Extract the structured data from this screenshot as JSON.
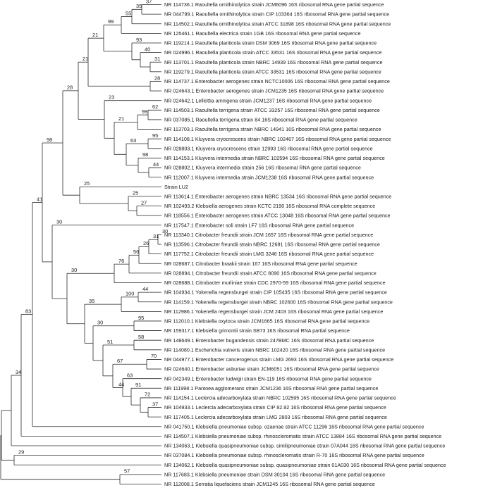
{
  "tree": {
    "leaves": [
      {
        "label": "NR 114736.1 Raoultella ornithinolytica strain JCM6096 16S ribosomal RNA gene partial sequence"
      },
      {
        "label": "NR 044799.1 Raoultella ornithinolytica strain CIP 103364 16S ribosomal RNA gene partial sequence"
      },
      {
        "label": "NR 114502.1 Raoultella ornithinolytica strain ATCC 31898 16S ribosomal RNA gene partial sequence"
      },
      {
        "label": "NR 125461.1 Raoultella electrica strain 1GB 16S ribosomal RNA gene partial sequence"
      },
      {
        "label": "NR 119214.1 Raoultella planticola strain DSM 3069 16S ribosomal RNA gene partial sequence"
      },
      {
        "label": "NR 024996.1 Raoultella planticola strain ATCC 33531 16S ribosomal RNA gene partial sequence"
      },
      {
        "label": "NR 113701.1 Raoultella planticola strain NBRC 14939 16S ribosomal RNA gene partial sequence"
      },
      {
        "label": "NR 119279.1 Raoultella planticola strain ATCC 33531 16S ribosomal RNA gene partial sequence"
      },
      {
        "label": "NR 114737.1 Enterobacter aerogenes strain NCTC10006 16S ribosomal RNA gene partial sequence"
      },
      {
        "label": "NR 024643.1 Enterobacter aerogenes strain JCM1235 16S ribosomal RNA gene partial sequence"
      },
      {
        "label": "NR 024642.1 Lelliottia amnigena strain JCM1237 16S ribosomal RNA gene partial sequence"
      },
      {
        "label": "NR 114503.1 Raoultella terrigena strain ATCC 33257 16S ribosomal RNA gene partial sequence"
      },
      {
        "label": "NR 037085.1 Raoultella terrigena strain 84 16S ribosomal RNA gene partial sequence"
      },
      {
        "label": "NR 113703.1 Raoultella terrigena strain NBRC 14941 16S ribosomal RNA gene partial sequence"
      },
      {
        "label": "NR 114108.1 Kluyvera cryocrescens strain NBRC 102467 16S ribosomal RNA gene partial sequence"
      },
      {
        "label": "NR 028803.1 Kluyvera cryocrescens strain 12993 16S ribosomal RNA gene partial sequence"
      },
      {
        "label": "NR 114153.1 Kluyvera intermedia strain NBRC 102594 16S ribosomal RNA gene partial sequence"
      },
      {
        "label": "NR 028802.1 Kluyvera intermedia strain 256 16S ribosomal RNA gene partial sequence"
      },
      {
        "label": "NR 112007.1 Kluyvera intermedia strain JCM1238 16S ribosomal RNA gene partial sequence"
      },
      {
        "label": "Strain LU2"
      },
      {
        "label": "NR 113614.1 Enterobacter aerogenes strain NBRC 13534 16S ribosomal RNA gene partial sequence"
      },
      {
        "label": "NR 102493.2 Klebsiella aerogenes strain KCTC 2190 16S ribosomal RNA complete sequence"
      },
      {
        "label": "NR 118556.1 Enterobacter aerogenes strain ATCC 13048 16S ribosomal RNA gene partial sequence"
      },
      {
        "label": "NR 117547.1 Enterobacter soli strain LF7 16S ribosomal RNA gene partial sequence"
      },
      {
        "label": "NR 113340.1 Citrobacter freundii strain JCM 1657 16S ribosomal RNA gene partial sequence"
      },
      {
        "label": "NR 113596.1 Citrobacter freundii strain NBRC 12681 16S ribosomal RNA gene partial sequence"
      },
      {
        "label": "NR 117752.1 Citrobacter freundii strain LMG 3246 16S ribosomal RNA gene partial sequence"
      },
      {
        "label": "NR 028687.1 Citrobacter braakii strain 167 16S ribosomal RNA gene partial sequence"
      },
      {
        "label": "NR 028894.1 Citrobacter freundii strain ATCC 8090 16S ribosomal RNA gene partial sequence"
      },
      {
        "label": "NR 028688.1 Citrobacter murliniae strain CDC 2970-59 16S ribosomal RNA gene partial sequence"
      },
      {
        "label": "NR 104934.1 Yokenella regensburgei strain CIP 105435 16S ribosomal RNA gene partial sequence"
      },
      {
        "label": "NR 114159.1 Yokenella regensburgei strain NBRC 102600 16S ribosomal RNA gene partial sequence"
      },
      {
        "label": "NR 112986.1 Yokenella regensburgei strain JCM 2403 16S ribosomal RNA gene partial sequence"
      },
      {
        "label": "NR 112010.1 Klebsiella oxytoca strain JCM1665 16S ribosomal RNA gene partial sequence"
      },
      {
        "label": "NR 159317.1 Klebsiella grimontii strain SB73 16S ribosomal RNA partial sequence"
      },
      {
        "label": "NR 148649.1 Enterobacter bugandensis strain 247BMC 16S ribosomal RNA partial sequence"
      },
      {
        "label": "NR 114080.1 Escherichia vulneris strain NBRC 102420 16S ribosomal RNA gene partial sequence"
      },
      {
        "label": "NR 044977.1 Enterobacter cancerogenus strain LMG 2693 16S ribosomal RNA gene partial sequence"
      },
      {
        "label": "NR 024640.1 Enterobacter asburiae strain JCM6051 16S ribosomal RNA gene partial sequence"
      },
      {
        "label": "NR 042349.1 Enterobacter ludwigii strain EN-119 16S ribosomal RNA gene partial sequence"
      },
      {
        "label": "NR 111998.1 Pantoea agglomerans strain JCM1236 16S ribosomal RNA gene partial sequence"
      },
      {
        "label": "NR 114154.1 Leclercia adecarboxylata strain NBRC 102595 16S ribosomal RNA gene partial sequence"
      },
      {
        "label": "NR 104933.1 Leclercia adecarboxylata strain CIP 82.92 16S ribosomal RNA gene partial sequence"
      },
      {
        "label": "NR 117405.1 Leclercia adecarboxylata strain LMG 2803 16S ribosomal RNA gene partial sequence"
      },
      {
        "label": "NR 041750.1 Klebsiella pneumoniae subsp. ozaenae strain ATCC 11296 16S ribosomal RNA gene partial sequence"
      },
      {
        "label": "NR 114507.1 Klebsiella pneumoniae subsp. rhinoscleromatis strain ATCC 13884 16S ribosomal RNA gene partial sequence"
      },
      {
        "label": "NR 134063.1 Klebsiella quasipneumoniae subsp. similipneumoniae strain 07A044 16S ribosomal RNA gene partial sequence"
      },
      {
        "label": "NR 037084.1 Klebsiella pneumoniae subsp. rhinoscleromatis strain R-70 16S ribosomal RNA gene partial sequence"
      },
      {
        "label": "NR 134062.1 Klebsiella quasipneumoniae subsp. quasipneumoniae strain 01A030 16S ribosomal RNA gene partial sequence"
      },
      {
        "label": "NR 117683.1 Klebsiella pneumoniae strain DSM 30104 16S ribosomal RNA gene partial sequence"
      },
      {
        "label": "NR 112008.1 Serratia liquefaciens strain JCM1245 16S ribosomal RNA gene partial sequence"
      }
    ],
    "nodes": [
      {
        "id": "n1",
        "children": [
          "L0",
          "L1"
        ],
        "bootstrap": "37"
      },
      {
        "id": "n2",
        "children": [
          "n1",
          "L2"
        ],
        "bootstrap": "35"
      },
      {
        "id": "n3",
        "children": [
          "n2",
          "L3"
        ],
        "bootstrap": "55"
      },
      {
        "id": "n4",
        "children": [
          "L6",
          "L7"
        ],
        "bootstrap": "31"
      },
      {
        "id": "n5",
        "children": [
          "L5",
          "n4"
        ],
        "bootstrap": "40"
      },
      {
        "id": "n6",
        "children": [
          "L4",
          "n5"
        ],
        "bootstrap": "93"
      },
      {
        "id": "n7",
        "children": [
          "n3",
          "n6"
        ],
        "bootstrap": "99"
      },
      {
        "id": "n8",
        "children": [
          "L8",
          "L9"
        ],
        "bootstrap": "28"
      },
      {
        "id": "n9",
        "children": [
          "n7",
          "n8"
        ],
        "bootstrap": "21"
      },
      {
        "id": "n10",
        "children": [
          "L11",
          "L12"
        ],
        "bootstrap": "62"
      },
      {
        "id": "n11",
        "children": [
          "n10",
          "L13"
        ],
        "bootstrap": "99"
      },
      {
        "id": "n12",
        "children": [
          "L14",
          "L15"
        ],
        "bootstrap": "95"
      },
      {
        "id": "n13",
        "children": [
          "L17",
          "L18"
        ],
        "bootstrap": "44"
      },
      {
        "id": "n14",
        "children": [
          "L16",
          "n13"
        ],
        "bootstrap": "98"
      },
      {
        "id": "n15",
        "children": [
          "n12",
          "n14"
        ],
        "bootstrap": "63"
      },
      {
        "id": "n16",
        "children": [
          "n11",
          "n15"
        ],
        "bootstrap": "21"
      },
      {
        "id": "n17",
        "children": [
          "L10",
          "n16"
        ],
        "bootstrap": "23"
      },
      {
        "id": "n18",
        "children": [
          "n9",
          "n17"
        ],
        "bootstrap": "21"
      },
      {
        "id": "n19",
        "children": [
          "L21",
          "L22"
        ],
        "bootstrap": "27"
      },
      {
        "id": "n20",
        "children": [
          "L20",
          "n19"
        ],
        "bootstrap": "25"
      },
      {
        "id": "n21",
        "children": [
          "L19",
          "n20"
        ],
        "bootstrap": "25"
      },
      {
        "id": "n22",
        "children": [
          "n18",
          "n21"
        ],
        "bootstrap": "28"
      },
      {
        "id": "n23",
        "children": [
          "L24",
          "L25"
        ],
        "bootstrap": "30"
      },
      {
        "id": "n24",
        "children": [
          "n23",
          "L26"
        ],
        "bootstrap": "31"
      },
      {
        "id": "n25",
        "children": [
          "n24",
          "L27"
        ],
        "bootstrap": "26"
      },
      {
        "id": "n26",
        "children": [
          "n25",
          "L28"
        ],
        "bootstrap": "56"
      },
      {
        "id": "n27",
        "children": [
          "n26",
          "L29"
        ],
        "bootstrap": "76"
      },
      {
        "id": "n28",
        "children": [
          "L30",
          "L31"
        ],
        "bootstrap": "44"
      },
      {
        "id": "n29",
        "children": [
          "n28",
          "L32"
        ],
        "bootstrap": "100"
      },
      {
        "id": "n30",
        "children": [
          "L33",
          "L34"
        ],
        "bootstrap": "95"
      },
      {
        "id": "n31",
        "children": [
          "L35",
          "L36"
        ],
        "bootstrap": "58"
      },
      {
        "id": "n32",
        "children": [
          "L37",
          "L38"
        ],
        "bootstrap": "70"
      },
      {
        "id": "n33",
        "children": [
          "L42",
          "L43"
        ],
        "bootstrap": "37"
      },
      {
        "id": "n34",
        "children": [
          "L41",
          "n33"
        ],
        "bootstrap": "72"
      },
      {
        "id": "n35",
        "children": [
          "L40",
          "n34"
        ],
        "bootstrap": "91"
      },
      {
        "id": "n36",
        "children": [
          "L39",
          "n35"
        ],
        "bootstrap": "63"
      },
      {
        "id": "n37",
        "children": [
          "n36"
        ],
        "bootstrap": "44"
      },
      {
        "id": "n38",
        "children": [
          "n32",
          "n37"
        ],
        "bootstrap": "67"
      },
      {
        "id": "n39",
        "children": [
          "n31",
          "n38"
        ],
        "bootstrap": "51"
      },
      {
        "id": "n40",
        "children": [
          "n30",
          "n39"
        ],
        "bootstrap": "30"
      },
      {
        "id": "n41",
        "children": [
          "n29",
          "n40"
        ],
        "bootstrap": "35"
      },
      {
        "id": "n42",
        "children": [
          "n27",
          "n41"
        ],
        "bootstrap": "30"
      },
      {
        "id": "n43",
        "children": [
          "L23",
          "n42"
        ],
        "bootstrap": "30"
      },
      {
        "id": "n44",
        "children": [
          "n22",
          "n43"
        ],
        "bootstrap": "98"
      },
      {
        "id": "n45",
        "children": [
          "n44",
          "L44"
        ],
        "bootstrap": "41"
      },
      {
        "id": "n46",
        "children": [
          "n45",
          "L45"
        ],
        "bootstrap": "83"
      },
      {
        "id": "n47",
        "children": [
          "n46",
          "L46"
        ],
        "bootstrap": "34"
      },
      {
        "id": "n48",
        "children": [
          "L47",
          "L48"
        ],
        "bootstrap": "29"
      },
      {
        "id": "n49",
        "children": [
          "n47",
          "n48"
        ],
        "bootstrap": ""
      },
      {
        "id": "n50",
        "children": [
          "L49",
          "L50"
        ],
        "bootstrap": "57"
      },
      {
        "id": "root",
        "children": [
          "n49",
          "n50"
        ],
        "bootstrap": ""
      }
    ]
  }
}
